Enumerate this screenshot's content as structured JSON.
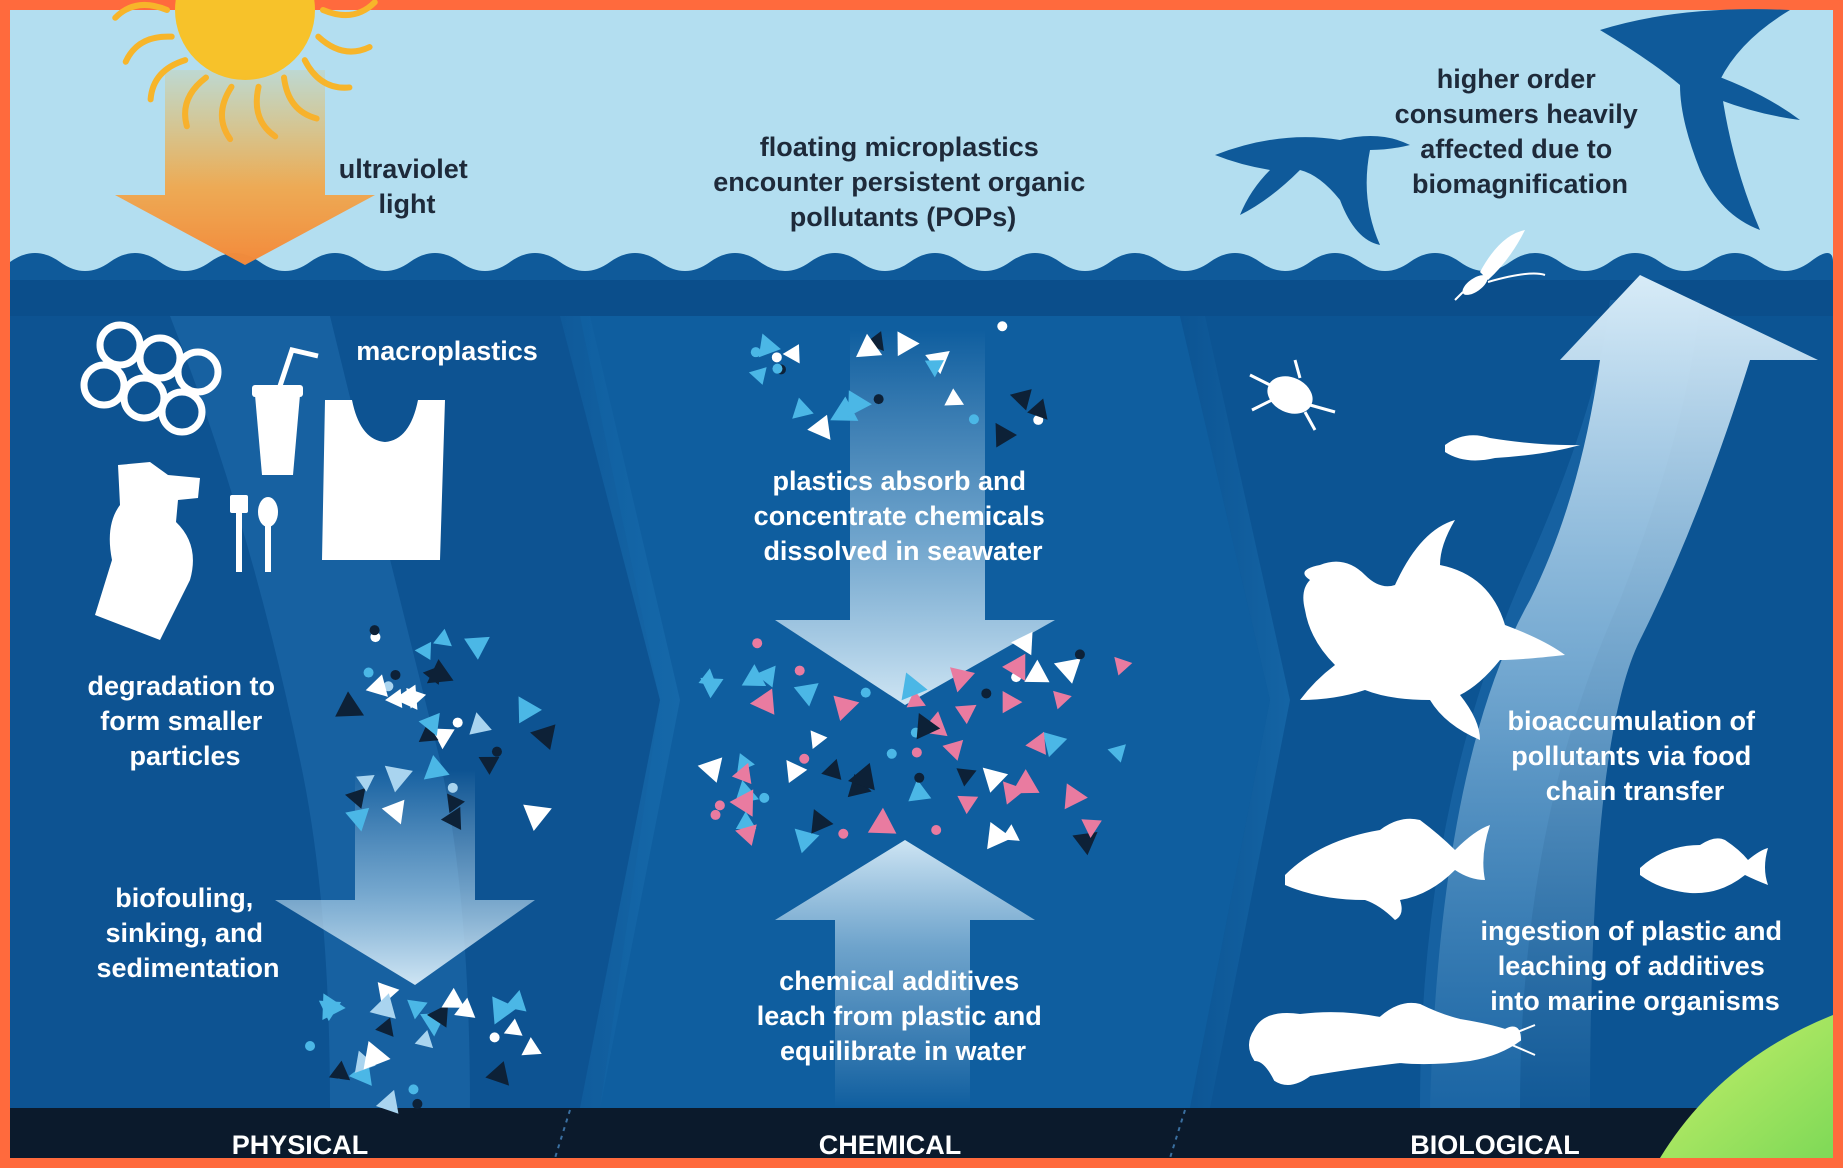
{
  "colors": {
    "frame": "#ff6a3d",
    "sky": "#b3def0",
    "ocean": "#0f5a9a",
    "ocean_dark": "#0a467f",
    "floor": "#0b1a2c",
    "label_dark": "#1e2a3a",
    "light_blue": "#4bb7e6",
    "pink": "#e97ba0",
    "navy": "#0d2137",
    "sun": "#f7b52a"
  },
  "sky": {
    "uv_label": [
      "ultraviolet",
      "light"
    ],
    "pop_label": [
      "floating microplastics",
      "encounter persistent organic",
      "pollutants (POPs)"
    ],
    "consumers_label": [
      "higher order",
      "consumers heavily",
      "affected due to",
      "biomagnification"
    ]
  },
  "physical": {
    "macro_label": "macroplastics",
    "degradation_label": [
      "degradation to",
      "form smaller",
      "particles"
    ],
    "biofouling_label": [
      "biofouling,",
      "sinking, and",
      "sedimentation"
    ],
    "section_title": "PHYSICAL",
    "icons": [
      "six-pack-rings-icon",
      "cup-with-straw-icon",
      "plastic-bag-icon",
      "spray-bottle-icon",
      "cutlery-icon"
    ]
  },
  "chemical": {
    "absorb_label": [
      "plastics absorb and",
      "concentrate chemicals",
      "dissolved in seawater"
    ],
    "additives_label": [
      "chemical additives",
      "leach from plastic and",
      "equilibrate in water"
    ],
    "section_title": "CHEMICAL"
  },
  "biological": {
    "bioaccumulation_label": [
      "bioaccumulation of",
      "pollutants via food",
      "chain transfer"
    ],
    "ingestion_label": [
      "ingestion of plastic and",
      "leaching of additives",
      "into marine organisms"
    ],
    "section_title": "BIOLOGICAL",
    "icons": [
      "albatross-icon",
      "goose-icon",
      "mayfly-icon",
      "water-beetle-icon",
      "larva-icon",
      "sea-turtle-icon",
      "bass-fish-icon",
      "perch-fish-icon",
      "catfish-icon"
    ]
  }
}
